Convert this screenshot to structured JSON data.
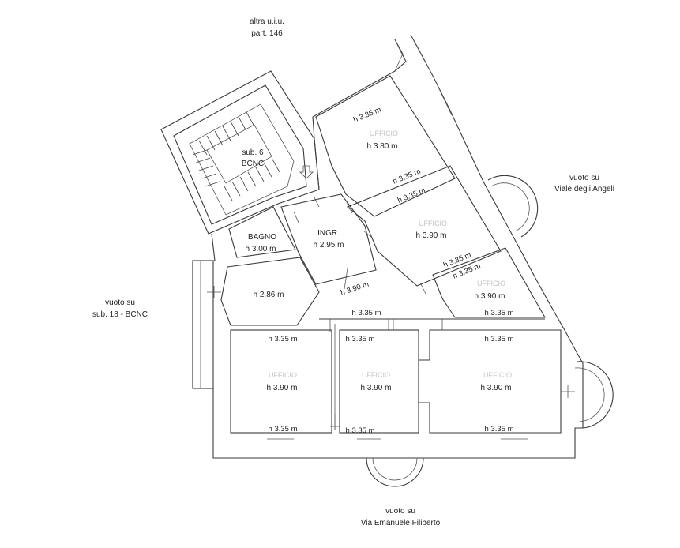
{
  "surroundings": {
    "north": [
      "altra u.i.u.",
      "part. 146"
    ],
    "east": [
      "vuoto su",
      "Viale degli Angeli"
    ],
    "west": [
      "vuoto su",
      "sub. 18 - BCNC"
    ],
    "south": [
      "vuoto su",
      "Via Emanuele Filiberto"
    ]
  },
  "rooms": {
    "stair": {
      "name": "sub. 6",
      "sub": "BCNC"
    },
    "office_top": {
      "name": "UFFICIO",
      "height": "h 3.80 m"
    },
    "office_mid": {
      "name": "UFFICIO",
      "height": "h 3.90 m"
    },
    "office_east": {
      "name": "UFFICIO",
      "height": "h 3.90 m"
    },
    "ingresso": {
      "name": "INGR.",
      "height": "h 2.95 m"
    },
    "bagno": {
      "name": "BAGNO",
      "height": "h 3.00 m"
    },
    "small": {
      "height": "h 2.86 m"
    },
    "office_sw": {
      "name": "UFFICIO",
      "height": "h 3.90 m"
    },
    "office_sc": {
      "name": "UFFICIO",
      "height": "h 3.90 m"
    },
    "office_se": {
      "name": "UFFICIO",
      "height": "h 3.90 m"
    },
    "corridor": {
      "height": "h 3.90 m"
    }
  },
  "ceiling_heights": {
    "value": "h 3.35 m"
  }
}
